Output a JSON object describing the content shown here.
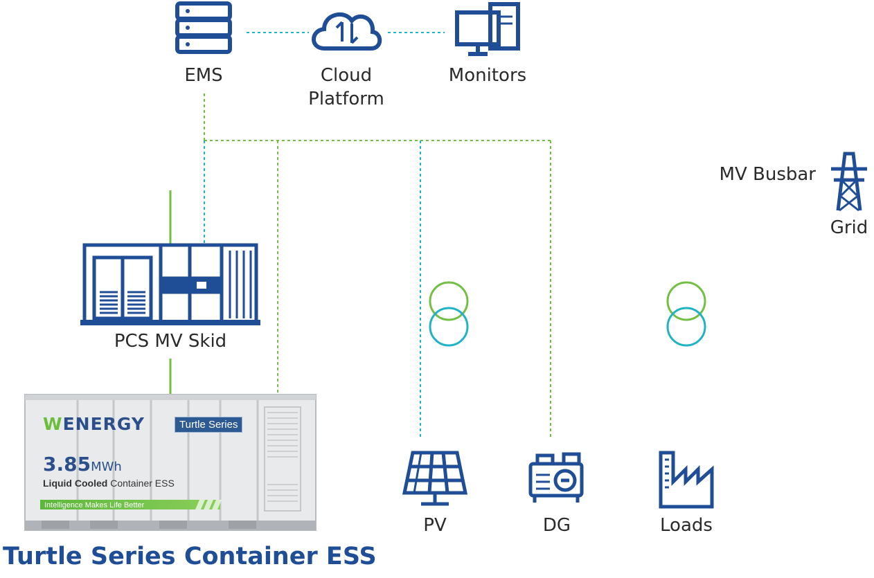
{
  "labels": {
    "ems": "EMS",
    "cloud": "Cloud\nPlatform",
    "monitors": "Monitors",
    "mv_busbar": "MV Busbar",
    "grid": "Grid",
    "pcs": "PCS MV Skid",
    "pv": "PV",
    "dg": "DG",
    "loads": "Loads"
  },
  "container": {
    "brand_prefix": "W",
    "brand_rest": "ENERGY",
    "series_badge": "Turtle Series",
    "capacity_value": "3.85",
    "capacity_unit": "MWh",
    "subtitle_bold": "Liquid Cooled",
    "subtitle_rest": " Container ESS",
    "slogan": "Intelligence Makes Life Better"
  },
  "caption": "Turtle Series Container ESS",
  "colors": {
    "icon_blue": "#1f4e96",
    "teal": "#1fb3c8",
    "green": "#72bf44",
    "label_text": "#2a2a2a"
  }
}
